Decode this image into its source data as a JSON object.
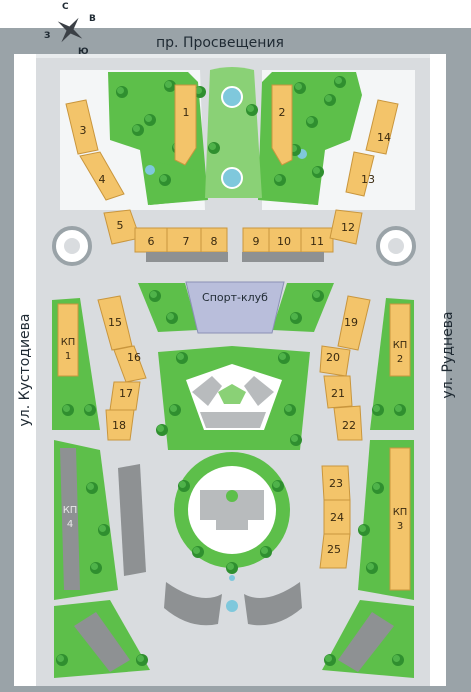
{
  "streets": {
    "north": "пр. Просвещения",
    "west": "ул. Кустодиева",
    "east": "ул. Руднева"
  },
  "compass": {
    "n": "С",
    "e": "В",
    "s": "Ю",
    "w": "З"
  },
  "sport_club": "Спорт-клуб",
  "buildings": {
    "b1": "1",
    "b2": "2",
    "b3": "3",
    "b4": "4",
    "b5": "5",
    "b6": "6",
    "b7": "7",
    "b8": "8",
    "b9": "9",
    "b10": "10",
    "b11": "11",
    "b12": "12",
    "b13": "13",
    "b14": "14",
    "b15": "15",
    "b16": "16",
    "b17": "17",
    "b18": "18",
    "b19": "19",
    "b20": "20",
    "b21": "21",
    "b22": "22",
    "b23": "23",
    "b24": "24",
    "b25": "25"
  },
  "kp": {
    "kp1": {
      "a": "КП",
      "b": "1"
    },
    "kp2": {
      "a": "КП",
      "b": "2"
    },
    "kp3": {
      "a": "КП",
      "b": "3"
    },
    "kp4": {
      "a": "КП",
      "b": "4"
    }
  },
  "colors": {
    "road": "#9aa3a8",
    "ground": "#d9dcdf",
    "park": "#5dbf4a",
    "park_light": "#8ad176",
    "tree": "#2f8f2f",
    "building": "#f3c46a",
    "building_edge": "#c9963d",
    "grey_building": "#8e9193",
    "sport": "#b9bedb",
    "water": "#7fc8dc"
  }
}
